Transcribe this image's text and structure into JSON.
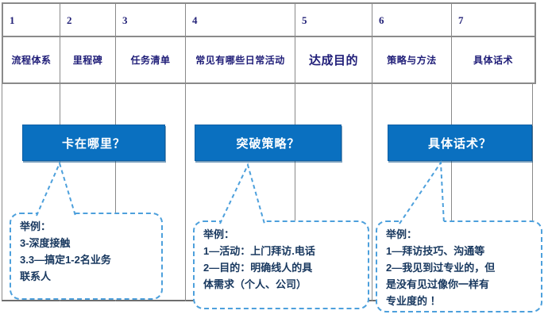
{
  "table": {
    "columns": [
      {
        "number": "1",
        "label": "流程体系"
      },
      {
        "number": "2",
        "label": "里程碑"
      },
      {
        "number": "3",
        "label": "任务清单"
      },
      {
        "number": "4",
        "label": "常见有哪些日常活动"
      },
      {
        "number": "5",
        "label": "达成目的"
      },
      {
        "number": "6",
        "label": "策略与方法"
      },
      {
        "number": "7",
        "label": "具体话术"
      }
    ]
  },
  "callout_boxes": [
    {
      "label": "卡在哪里？"
    },
    {
      "label": "突破策略？"
    },
    {
      "label": "具体话术？"
    }
  ],
  "speech_bubbles": [
    {
      "text": "举例：\n3-深度接触\n3.3—搞定1-2名业务\n联系人"
    },
    {
      "text": "举例：\n1—活动：上门拜访.电话\n2—目的：明确线人的具\n体需求（个人、公司）"
    },
    {
      "text": "举例：\n1—拜访技巧、沟通等\n2—我见到过专业的，但\n是没有见过像你一样有\n专业度的 ！"
    }
  ],
  "colors": {
    "box_blue": "#0a70c0",
    "header_text_navy": "#1f1d78",
    "bubble_text_navy": "#17375e",
    "bubble_border_blue": "#4da0dc",
    "grid_line_gray": "#8a8a8a"
  }
}
